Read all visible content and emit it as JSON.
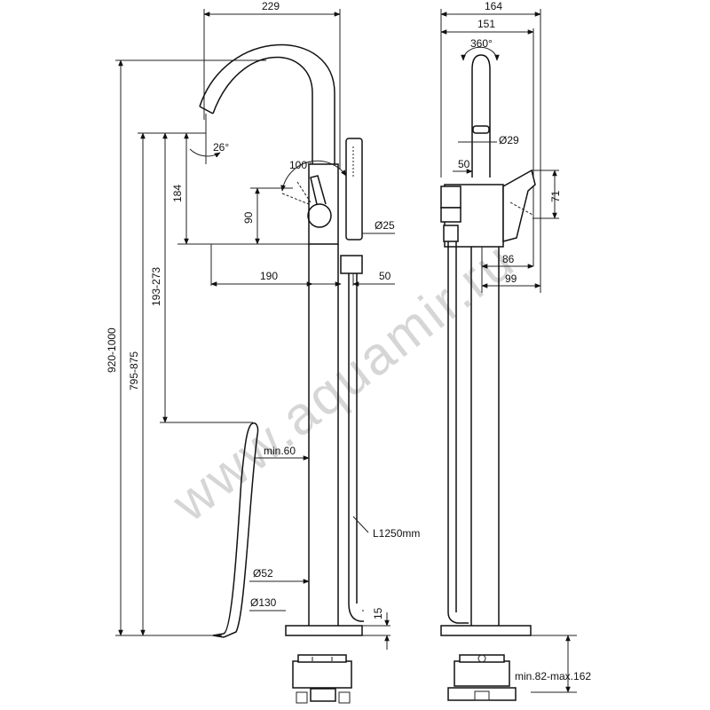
{
  "watermark": "www.aquamir.ru",
  "front_view": {
    "width_229": "229",
    "spout_angle": "26°",
    "lever_angle": "100°",
    "height_184": "184",
    "height_90": "90",
    "diameter_25": "Ø25",
    "reach_190": "190",
    "offset_50": "50",
    "range_193_273": "193-273",
    "range_795_875": "795-875",
    "range_920_1000": "920-1000",
    "min_60": "min.60",
    "hose_length": "L1250mm",
    "diameter_52": "Ø52",
    "diameter_130": "Ø130",
    "base_15": "15"
  },
  "side_view": {
    "width_164": "164",
    "width_151": "151",
    "rotation": "360°",
    "diameter_29": "Ø29",
    "offset_50": "50",
    "height_71": "71",
    "depth_86": "86",
    "depth_99": "99",
    "install_depth": "min.82-max.162"
  }
}
